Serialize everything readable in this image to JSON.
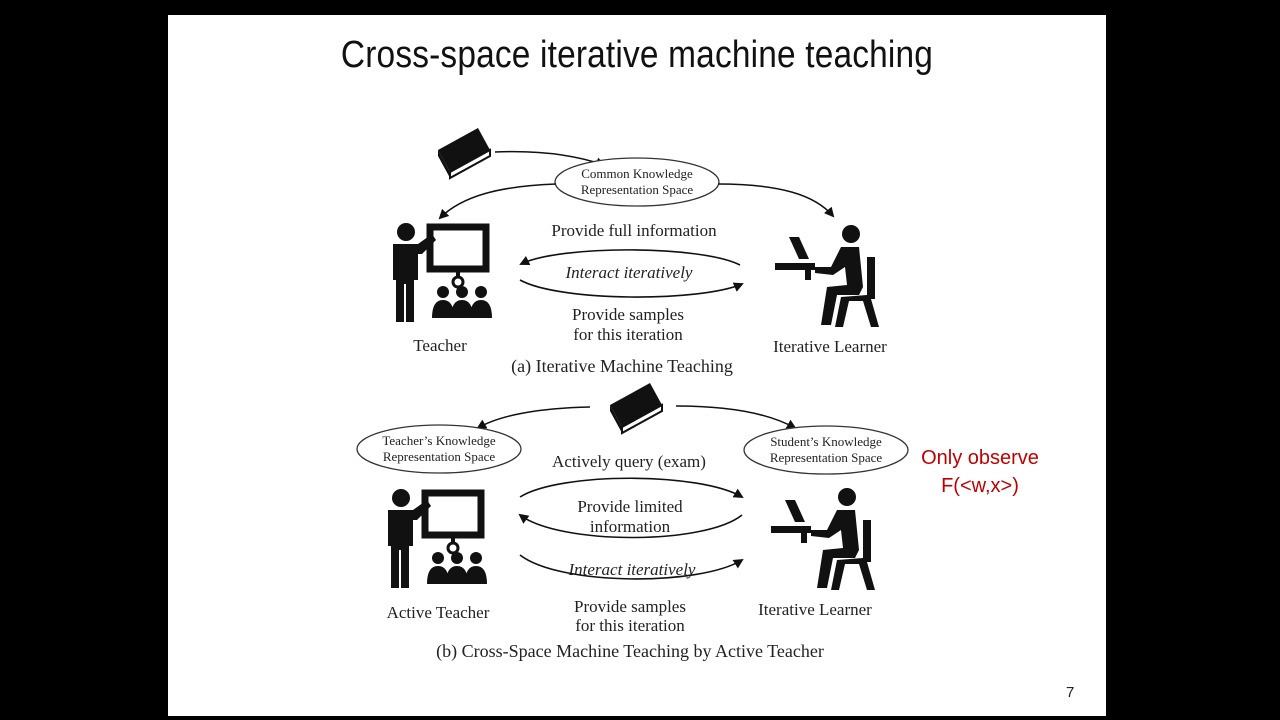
{
  "slide": {
    "title": "Cross-space iterative machine teaching",
    "page_number": "7",
    "side_note": {
      "line1": "Only observe",
      "line2": "F(<w,x>)",
      "color": "#c00000"
    }
  },
  "diagram_a": {
    "space_label_1": "Common Knowledge",
    "space_label_2": "Representation Space",
    "top_arrow_text": "Provide full information",
    "loop_text": "Interact iteratively",
    "bottom_text_1": "Provide samples",
    "bottom_text_2": "for this iteration",
    "teacher_label": "Teacher",
    "learner_label": "Iterative Learner",
    "caption": "(a) Iterative Machine Teaching"
  },
  "diagram_b": {
    "teacher_space_1": "Teacher’s Knowledge",
    "teacher_space_2": "Representation Space",
    "student_space_1": "Student’s Knowledge",
    "student_space_2": "Representation Space",
    "query_text": "Actively query (exam)",
    "limited_1": "Provide limited",
    "limited_2": "information",
    "loop_text": "Interact iteratively",
    "bottom_text_1": "Provide samples",
    "bottom_text_2": "for this iteration",
    "teacher_label": "Active Teacher",
    "learner_label": "Iterative Learner",
    "caption": "(b) Cross-Space Machine Teaching by Active Teacher"
  }
}
